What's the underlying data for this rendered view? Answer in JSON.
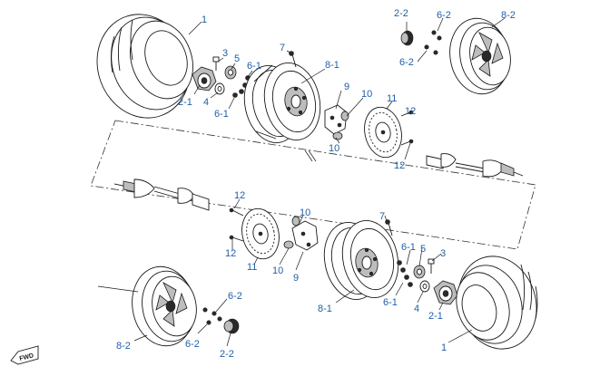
{
  "callouts": {
    "tire_rear": "1",
    "hub_rear": "2-1",
    "nut_rear": "3",
    "washer_rear": "4",
    "bearing_rear": "5",
    "bolt_rear_a": "6-1",
    "bolt_rear_b": "6-1",
    "stud_rear": "7",
    "rim_rear": "8-1",
    "caliper_rear": "9",
    "pad_rear": "10",
    "pad_rear_b": "10",
    "disc_rear": "11",
    "screw_rear_a": "12",
    "screw_rear_b": "12",
    "cap_alloy_top": "2-2",
    "bolt_alloy_top_a": "6-2",
    "bolt_alloy_top_b": "6-2",
    "rim_alloy_top": "8-2",
    "screw_front_a": "12",
    "screw_front_b": "12",
    "pad_front": "10",
    "disc_front": "11",
    "pad_front_b": "10",
    "caliper_front": "9",
    "stud_front": "7",
    "bearing_front": "5",
    "bolt_front_a": "6-1",
    "bolt_front_b": "6-1",
    "nut_front": "3",
    "washer_front": "4",
    "hub_front": "2-1",
    "rim_front": "8-1",
    "tire_front": "1",
    "bolt_alloy_bottom_a": "6-2",
    "bolt_alloy_bottom_b": "6-2",
    "rim_alloy_bottom": "8-2",
    "cap_alloy_bottom": "2-2"
  },
  "fwd_badge": "FWD"
}
